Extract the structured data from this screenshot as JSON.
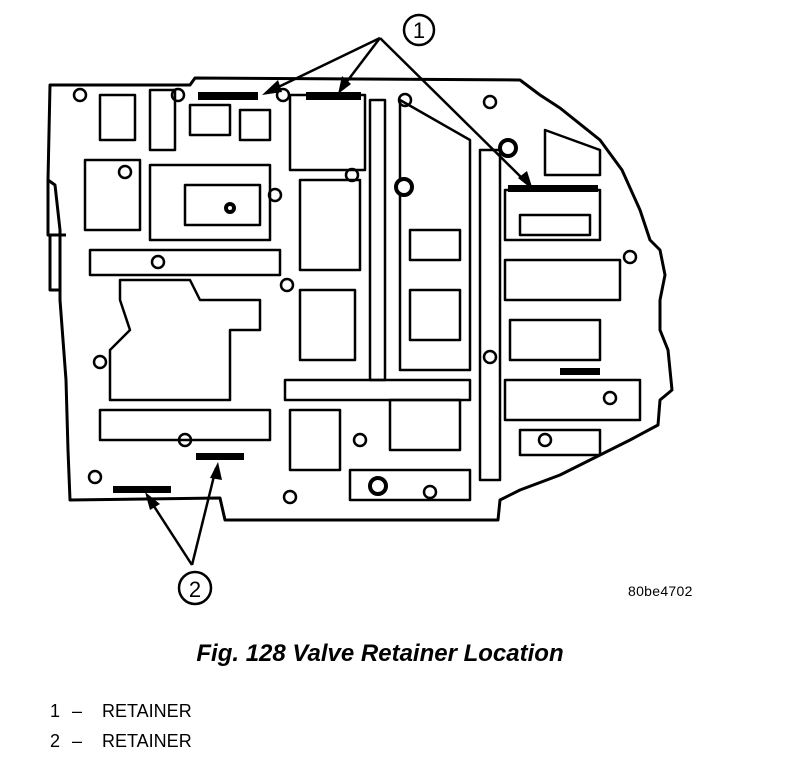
{
  "callouts": [
    {
      "number": "1"
    },
    {
      "number": "2"
    }
  ],
  "figure_ref": "80be4702",
  "caption": "Fig. 128 Valve Retainer Location",
  "legend": [
    {
      "number": "1",
      "sep": "–",
      "label": "RETAINER"
    },
    {
      "number": "2",
      "sep": "–",
      "label": "RETAINER"
    }
  ]
}
